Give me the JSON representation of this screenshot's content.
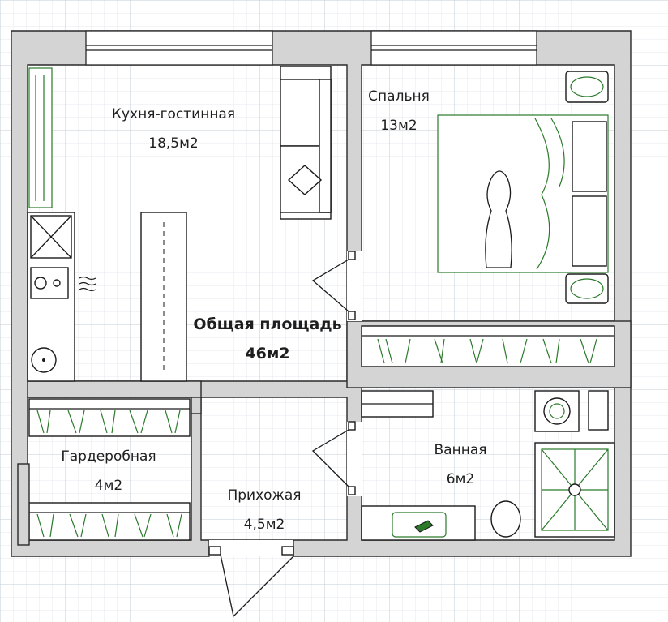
{
  "rooms": {
    "kitchen": {
      "name": "Кухня-гостинная",
      "area": "18,5м2"
    },
    "bedroom": {
      "name": "Спальня",
      "area": "13м2"
    },
    "total": {
      "name": "Общая площадь",
      "area": "46м2"
    },
    "wardrobe": {
      "name": "Гардеробная",
      "area": "4м2"
    },
    "hallway": {
      "name": "Прихожая",
      "area": "4,5м2"
    },
    "bathroom": {
      "name": "Ванная",
      "area": "6м2"
    }
  },
  "colors": {
    "wall_fill": "#d4d4d4",
    "wall_stroke": "#2a2a2a",
    "grid": "#cfd6de",
    "furniture_accent": "#2a7a2a"
  }
}
